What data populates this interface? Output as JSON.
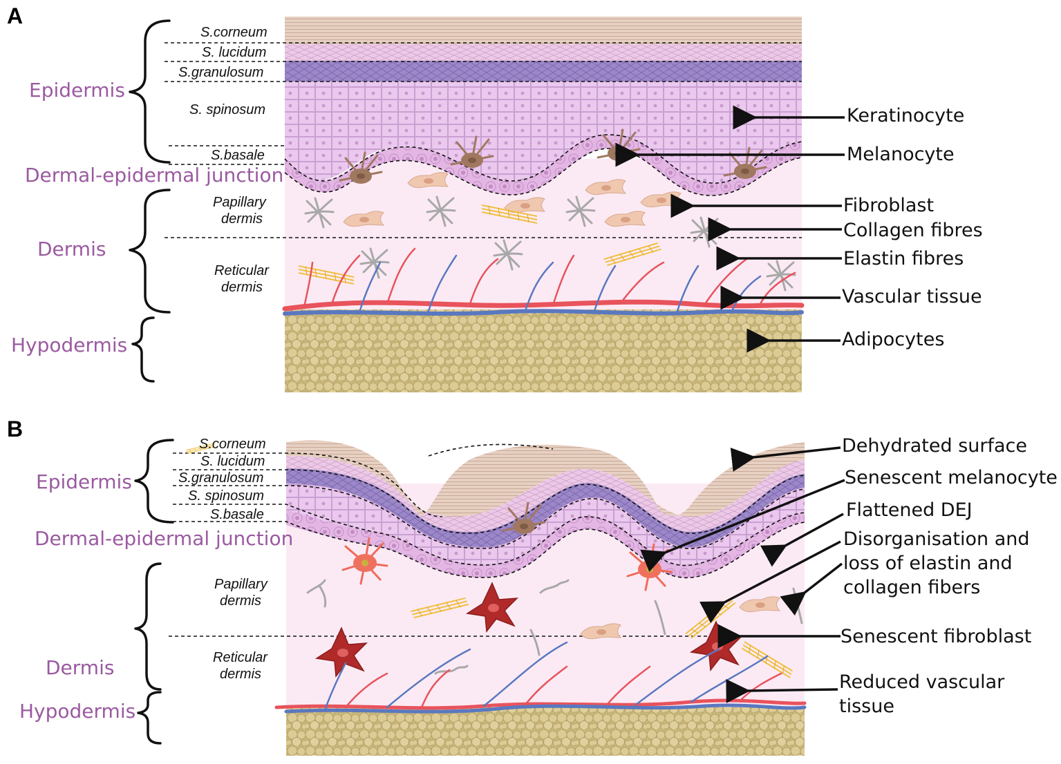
{
  "panel_a": {
    "letter": "A",
    "regions": {
      "epidermis": "Epidermis",
      "dej": "Dermal-epidermal junction",
      "dermis": "Dermis",
      "hypodermis": "Hypodermis"
    },
    "layers": {
      "corneum": "S.corneum",
      "lucidum": "S. lucidum",
      "granulosum": "S.granulosum",
      "spinosum": "S. spinosum",
      "basale": "S.basale",
      "papillary_1": "Papillary",
      "papillary_2": "dermis",
      "reticular_1": "Reticular",
      "reticular_2": "dermis"
    },
    "callouts": {
      "keratinocyte": "Keratinocyte",
      "melanocyte": "Melanocyte",
      "fibroblast": "Fibroblast",
      "collagen": "Collagen fibres",
      "elastin": "Elastin fibres",
      "vascular": "Vascular tissue",
      "adipocytes": "Adipocytes"
    }
  },
  "panel_b": {
    "letter": "B",
    "regions": {
      "epidermis": "Epidermis",
      "dej": "Dermal-epidermal junction",
      "dermis": "Dermis",
      "hypodermis": "Hypodermis"
    },
    "layers": {
      "corneum": "S.corneum",
      "lucidum": "S. lucidum",
      "granulosum": "S.granulosum",
      "spinosum": "S. spinosum",
      "basale": "S.basale",
      "papillary_1": "Papillary",
      "papillary_2": "dermis",
      "reticular_1": "Reticular",
      "reticular_2": "dermis"
    },
    "callouts": {
      "dehydrated": "Dehydrated surface",
      "senescent_melanocyte": "Senescent melanocyte",
      "flattened_dej": "Flattened DEJ",
      "disorg_1": "Disorganisation and",
      "disorg_2": "loss of elastin and",
      "disorg_3": "collagen fibers",
      "senescent_fibroblast": "Senescent fibroblast",
      "reduced_1": "Reduced vascular",
      "reduced_2": "tissue"
    }
  },
  "colors": {
    "region_label": "#9a5aa0",
    "corneum": "#e6d0c2",
    "lucidum": "#e8c6e4",
    "granulosum": "#9c88c8",
    "spinosum": "#ebc8ee",
    "dermis": "#fbeaf4",
    "fat": "#d8c690",
    "artery": "#e8535c",
    "vein": "#5a78c0",
    "melanocyte": "#a07860",
    "fibroblast": "#f0c8b0",
    "senescent_cell": "#b02a2a",
    "elastin": "#f0c040",
    "collagen": "#a8a8a8"
  }
}
